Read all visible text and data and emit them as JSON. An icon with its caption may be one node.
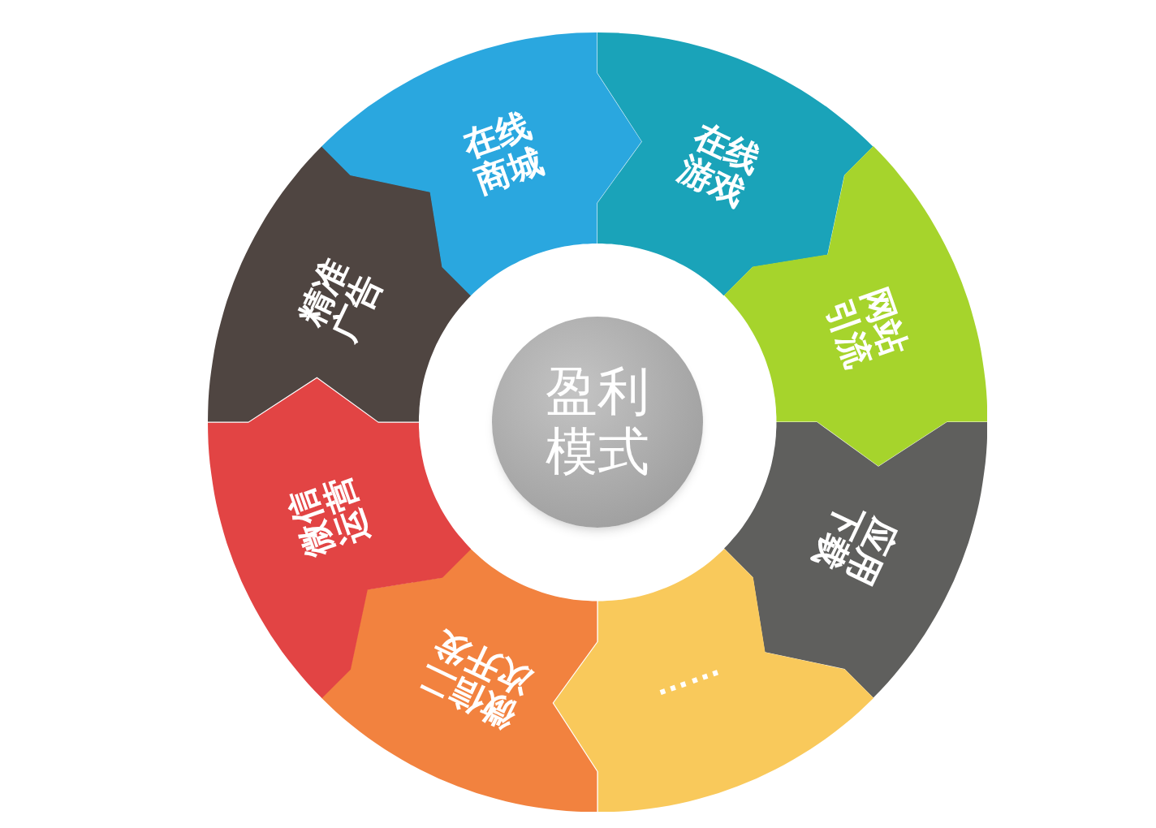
{
  "diagram": {
    "nodes": [
      {
        "text": [
          "盈利模式"
        ]
      },
      {
        "text": [
          "在线游戏"
        ]
      },
      {
        "text": [
          "网站引流"
        ]
      },
      {
        "text": [
          "应用下载"
        ]
      },
      {
        "text": [
          "……"
        ]
      },
      {
        "text": [
          "微信二次开发"
        ]
      },
      {
        "text": [
          "微信运营"
        ]
      },
      {
        "text": [
          "精准广告"
        ]
      },
      {
        "text": [
          "在线商城"
        ]
      }
    ]
  }
}
